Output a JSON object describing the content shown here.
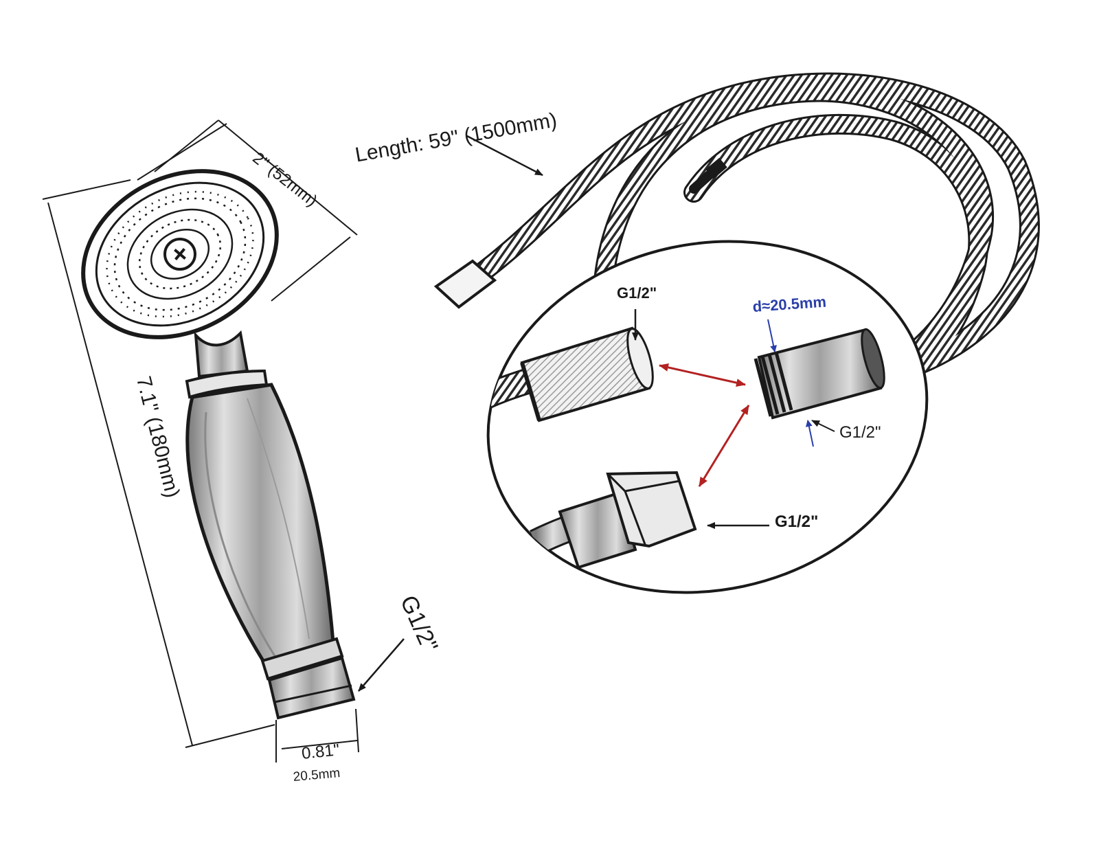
{
  "dimensions": {
    "head_diameter": "2\" (52mm)",
    "total_length": "7.1\" (180mm)",
    "hose_length": "Length: 59\" (1500mm)",
    "outlet_inch": "0.81\"",
    "outlet_mm": "20.5mm",
    "outlet_thread": "G1/2\""
  },
  "detail": {
    "thread_top_left": "G1/2\"",
    "diameter_label": "d≈20.5mm",
    "thread_right": "G1/2\"",
    "thread_bottom": "G1/2\""
  },
  "colors": {
    "line": "#1a1a1a",
    "arrow": "#b32222",
    "dimension_blue": "#2a3fa8"
  }
}
